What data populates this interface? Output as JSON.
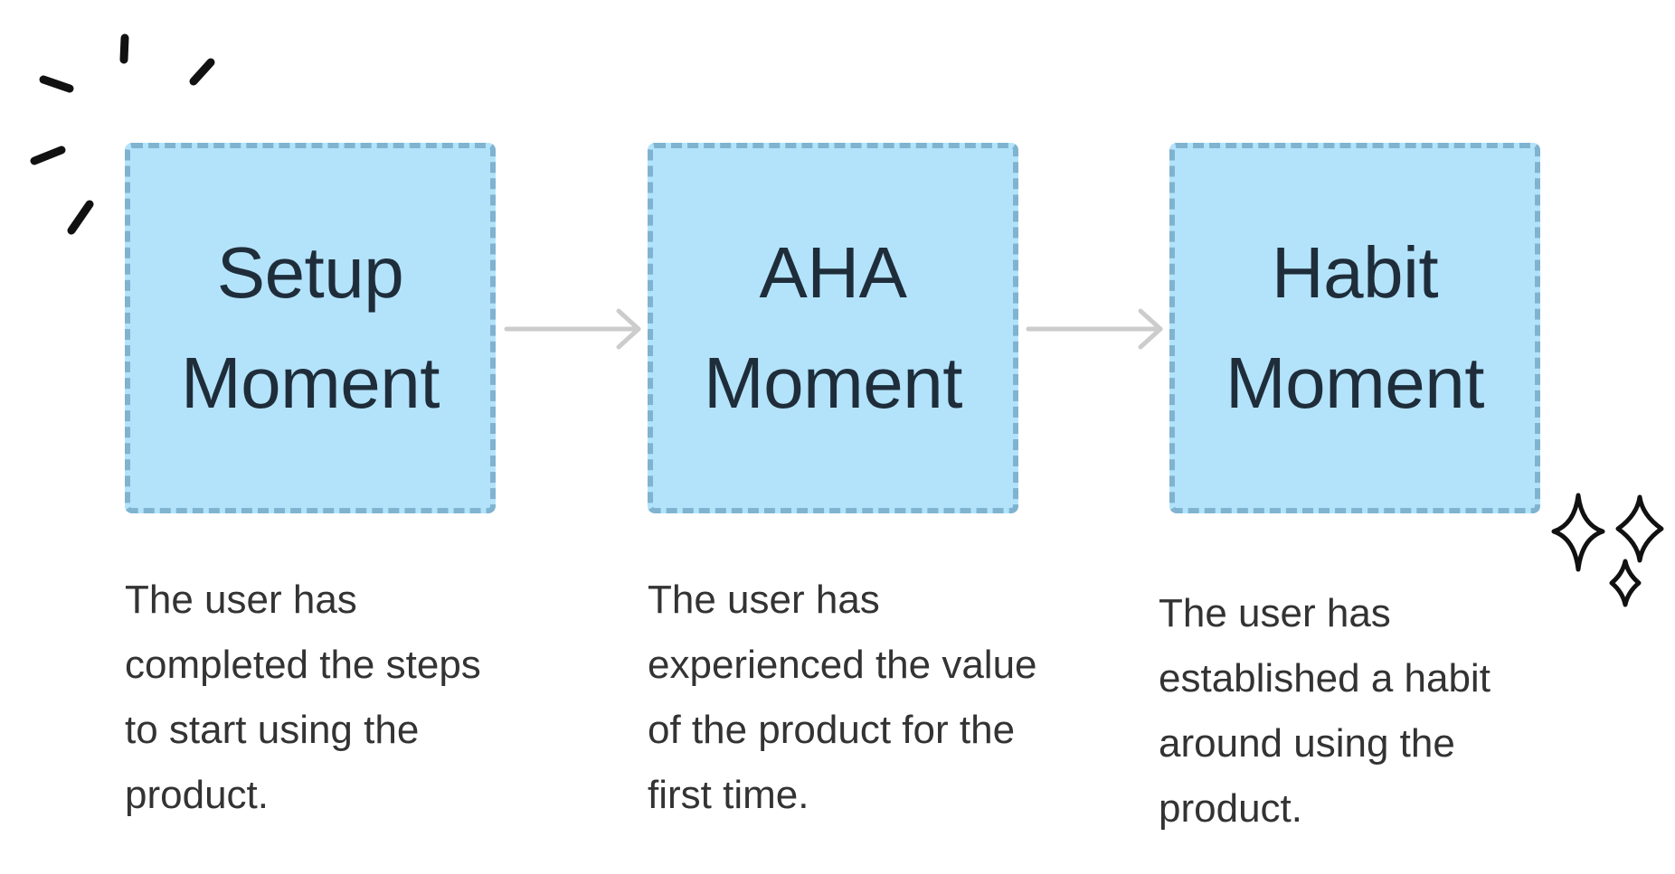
{
  "stages": [
    {
      "title_line1": "Setup",
      "title_line2": "Moment",
      "description": "The user has completed the steps to start using the product."
    },
    {
      "title_line1": "AHA",
      "title_line2": "Moment",
      "description": "The user has experienced the value of the product for the first time."
    },
    {
      "title_line1": "Habit",
      "title_line2": "Moment",
      "description": "The user has established a habit around using the product."
    }
  ],
  "colors": {
    "box_fill": "#b3e3fb",
    "box_border": "#7fb3d0",
    "arrow": "#cccccc",
    "title_text": "#1f2d3a",
    "description_text": "#333333",
    "doodle": "#111111"
  },
  "icons": {
    "burst": "sparkle-burst-icon",
    "sparkles": "four-point-sparkles-icon",
    "arrow": "right-arrow-icon"
  }
}
